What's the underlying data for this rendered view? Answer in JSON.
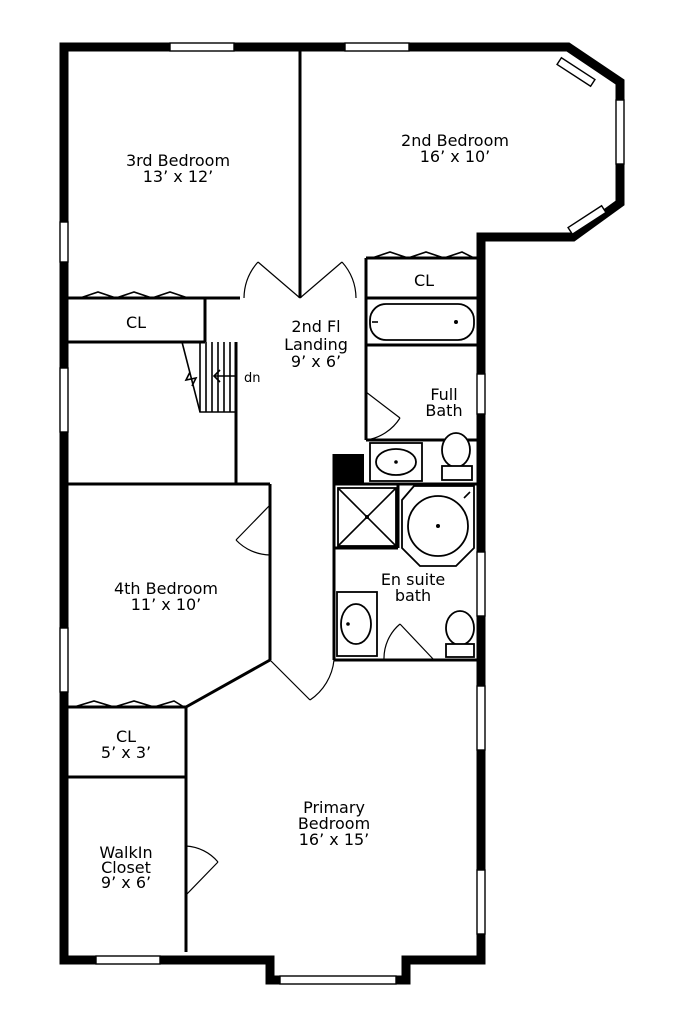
{
  "rooms": {
    "bedroom3": {
      "name": "3rd Bedroom",
      "size": "13’ x 12’"
    },
    "bedroom2": {
      "name": "2nd Bedroom",
      "size": "16’ x 10’"
    },
    "closet_top_right": {
      "name": "CL"
    },
    "closet_top_left": {
      "name": "CL"
    },
    "landing": {
      "name_line1": "2nd Fl",
      "name_line2": "Landing",
      "size": "9’ x 6’"
    },
    "stairs": {
      "direction": "dn"
    },
    "full_bath": {
      "name_line1": "Full",
      "name_line2": "Bath"
    },
    "bedroom4": {
      "name": "4th Bedroom",
      "size": "11’ x 10’"
    },
    "ensuite": {
      "name_line1": "En suite",
      "name_line2": "bath"
    },
    "closet_small": {
      "name": "CL",
      "size": "5’ x 3’"
    },
    "walkin": {
      "name_line1": "WalkIn",
      "name_line2": "Closet",
      "size": "9’ x 6’"
    },
    "primary": {
      "name_line1": "Primary",
      "name_line2": "Bedroom",
      "size": "16’ x 15’"
    }
  }
}
